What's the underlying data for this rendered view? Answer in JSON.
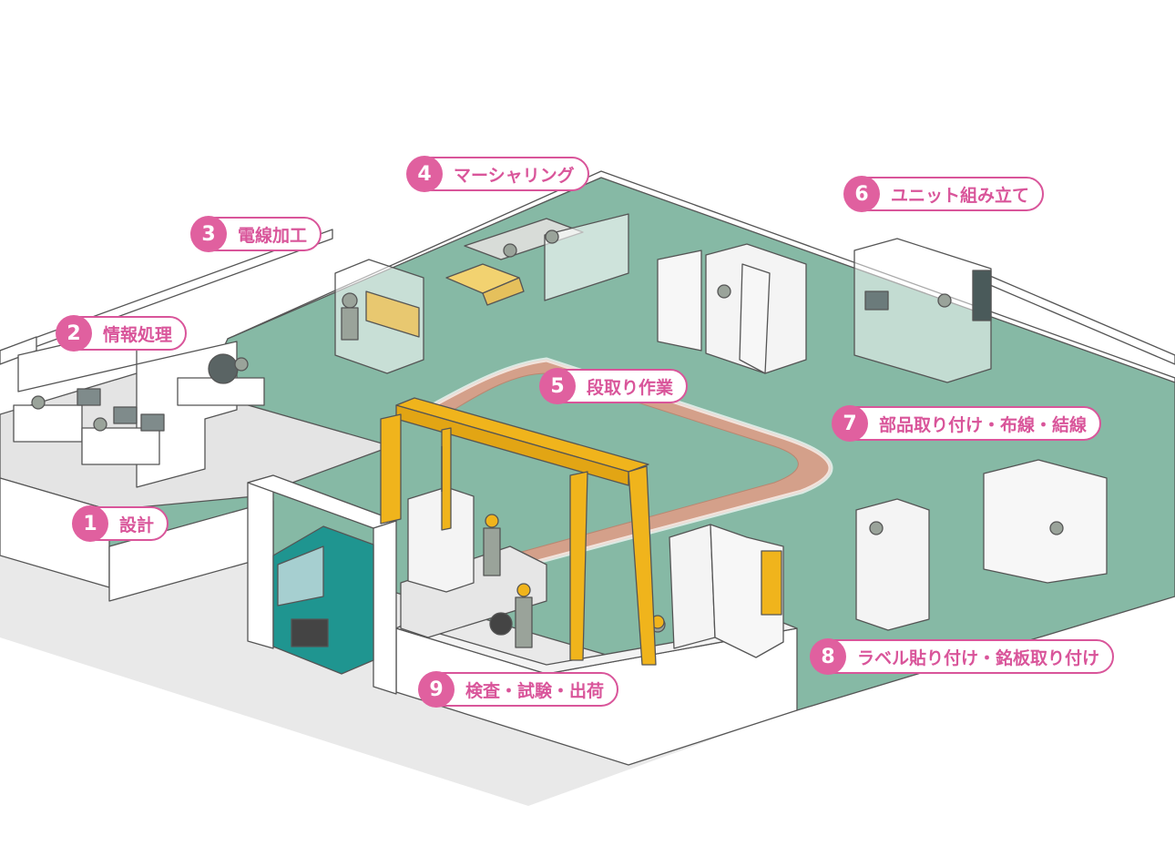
{
  "steps": [
    {
      "number": "1",
      "label": "設計"
    },
    {
      "number": "2",
      "label": "情報処理"
    },
    {
      "number": "3",
      "label": "電線加工"
    },
    {
      "number": "4",
      "label": "マーシャリング"
    },
    {
      "number": "5",
      "label": "段取り作業"
    },
    {
      "number": "6",
      "label": "ユニット組み立て"
    },
    {
      "number": "7",
      "label": "部品取り付け・布線・結線"
    },
    {
      "number": "8",
      "label": "ラベル貼り付け・銘板取り付け"
    },
    {
      "number": "9",
      "label": "検査・試験・出荷"
    }
  ],
  "colors": {
    "accent": "#d9559a",
    "floor_green": "#86b9a5",
    "track": "#d4a08a",
    "crane": "#f0b41c",
    "truck": "#1f9590",
    "wall": "#ffffff",
    "outline": "#555555",
    "office_floor": "#e4e4e4"
  }
}
